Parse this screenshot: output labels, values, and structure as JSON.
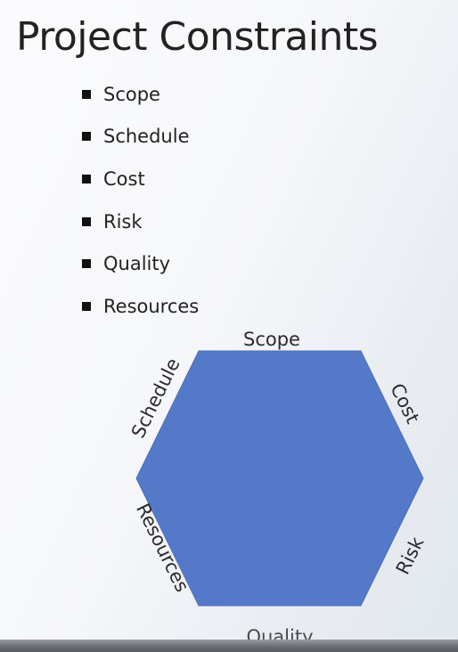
{
  "slide": {
    "title": "Project Constraints",
    "bullets": [
      "Scope",
      "Schedule",
      "Cost",
      "Risk",
      "Quality",
      "Resources"
    ]
  },
  "diagram": {
    "shape": "hexagon",
    "fill_color": "#5479c8",
    "edge_labels": {
      "top": "Scope",
      "upper_right": "Cost",
      "lower_right": "Risk",
      "bottom": "Quality",
      "lower_left": "Resources",
      "upper_left": "Schedule"
    }
  }
}
